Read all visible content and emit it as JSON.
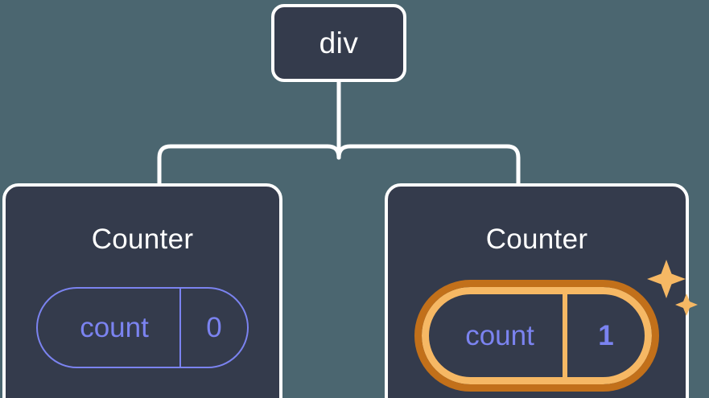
{
  "diagram": {
    "type": "component-tree",
    "background_color": "#4b6670",
    "node_fill_color": "#343b4c",
    "node_border_color": "#ffffff",
    "connector_color": "#ffffff",
    "state_color": "#7b83f0",
    "highlight_inner_color": "#f6b864",
    "highlight_outer_color": "#c2701a",
    "sparkle_color": "#f6b864"
  },
  "root": {
    "label": "div"
  },
  "children": [
    {
      "title": "Counter",
      "state": {
        "key": "count",
        "value": "0"
      },
      "highlighted": false,
      "sparkles": false
    },
    {
      "title": "Counter",
      "state": {
        "key": "count",
        "value": "1"
      },
      "highlighted": true,
      "sparkles": true
    }
  ]
}
